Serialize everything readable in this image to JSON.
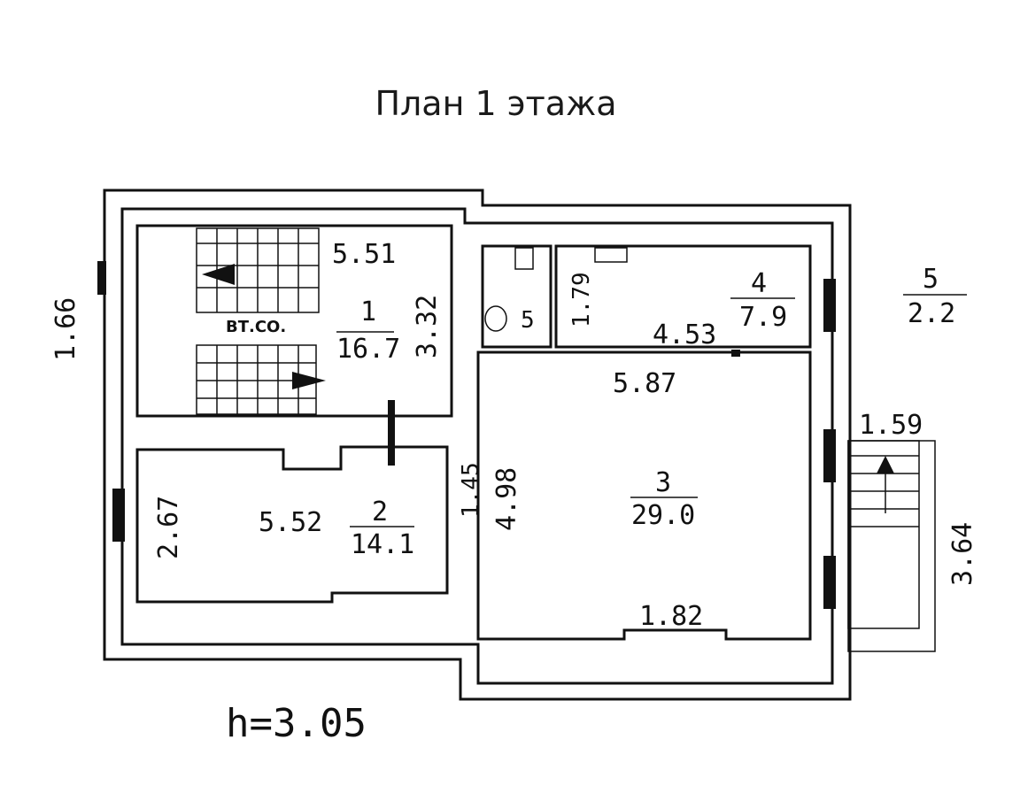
{
  "title": "План 1 этажа",
  "height_label": "h=3.05",
  "stairs_label": "ВТ.СО.",
  "rooms": [
    {
      "number": "1",
      "area": "16.7"
    },
    {
      "number": "2",
      "area": "14.1"
    },
    {
      "number": "3",
      "area": "29.0"
    },
    {
      "number": "4",
      "area": "7.9"
    },
    {
      "number": "5",
      "area": "2.2"
    },
    {
      "number": "5"
    }
  ],
  "dimensions": {
    "r1_width": "5.51",
    "r1_depth": "3.32",
    "r2_width": "5.52",
    "r2_depth": "2.67",
    "r3_width": "5.87",
    "r3_depth": "4.98",
    "r3_bottom": "1.82",
    "r4_width": "4.53",
    "bath_depth": "1.79",
    "door_width": "1.45",
    "entry_width": "1.66",
    "porch_width": "1.59",
    "porch_depth": "3.64"
  }
}
